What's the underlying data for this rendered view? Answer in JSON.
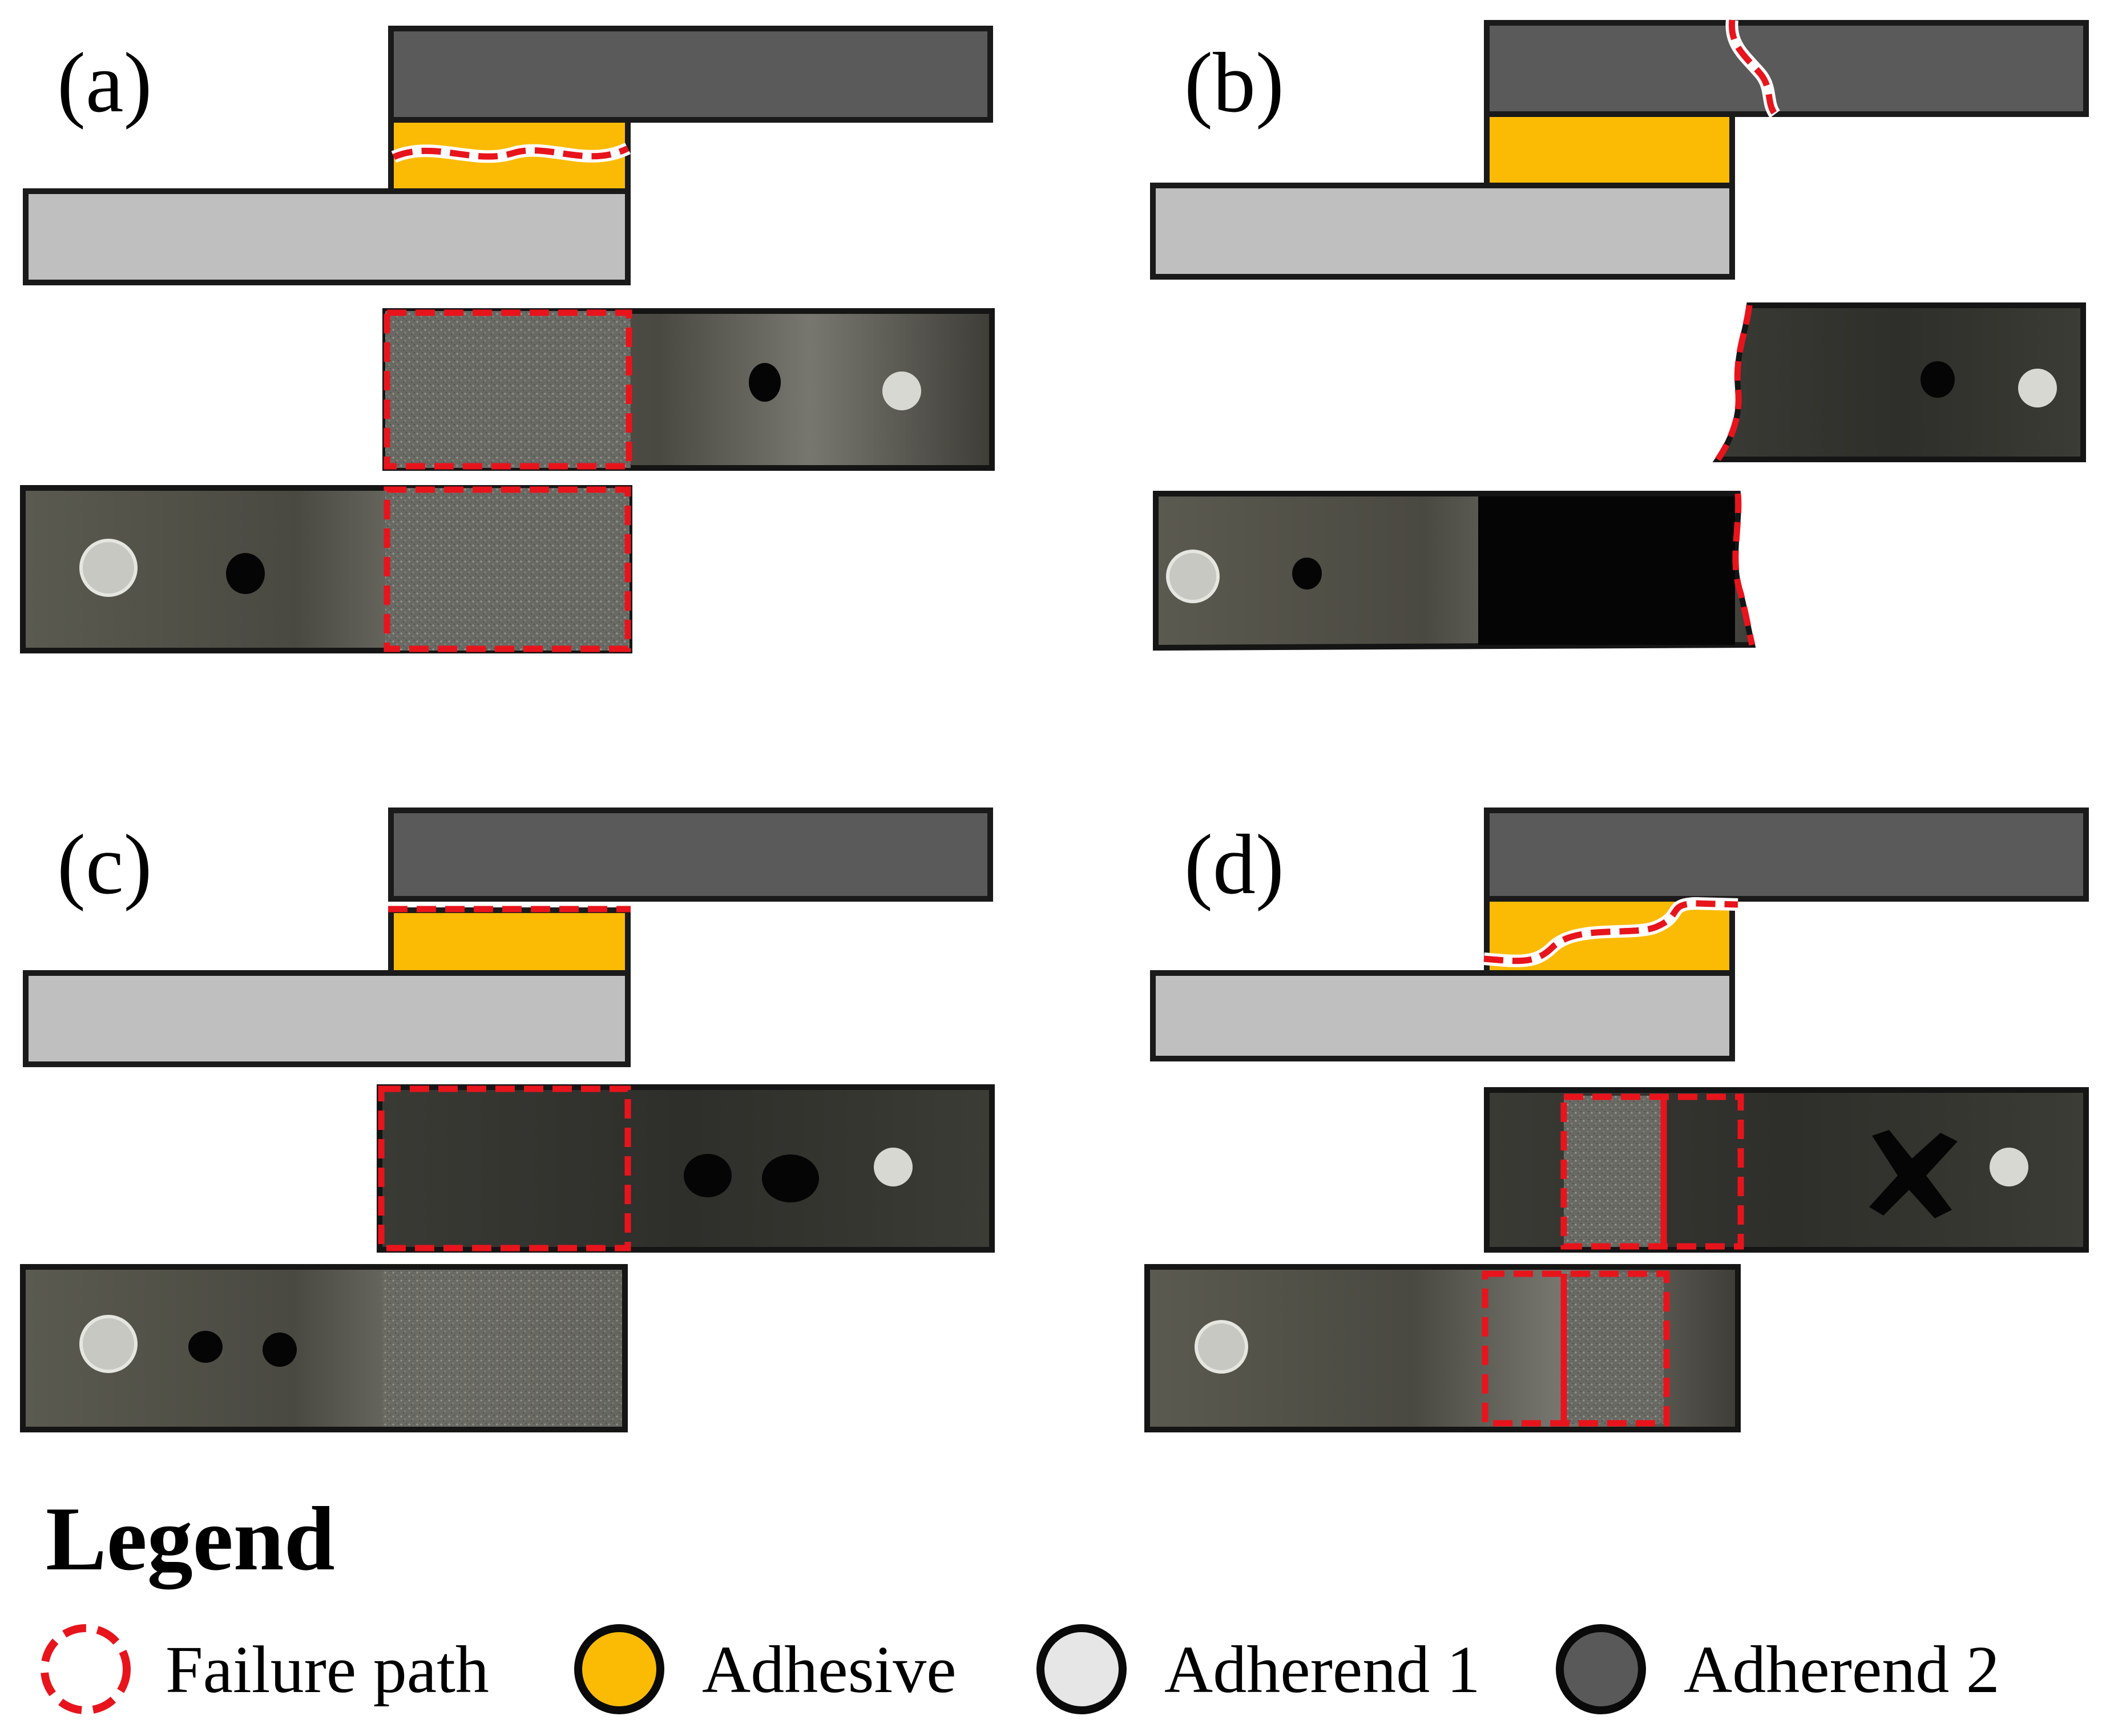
{
  "panels": [
    {
      "id": "a",
      "label": "(a)"
    },
    {
      "id": "b",
      "label": "(b)"
    },
    {
      "id": "c",
      "label": "(c)"
    },
    {
      "id": "d",
      "label": "(d)"
    }
  ],
  "legend": {
    "title": "Legend",
    "items": [
      {
        "key": "failure",
        "label": "Failure path",
        "color": "#e8141c"
      },
      {
        "key": "adhesive",
        "label": "Adhesive",
        "color": "#fbbb05"
      },
      {
        "key": "adherend1",
        "label": "Adherend 1",
        "color": "#e6e6e6"
      },
      {
        "key": "adherend2",
        "label": "Adherend 2",
        "color": "#595959"
      }
    ]
  },
  "colors": {
    "adherend1": "#bfbfbf",
    "adherend2": "#5a5a5a",
    "adhesive": "#fbbb05",
    "failure": "#e8141c",
    "photo_metal": "#4b4a41",
    "photo_metal_dark": "#2f2f2a",
    "photo_textured": "#6a6a64"
  }
}
